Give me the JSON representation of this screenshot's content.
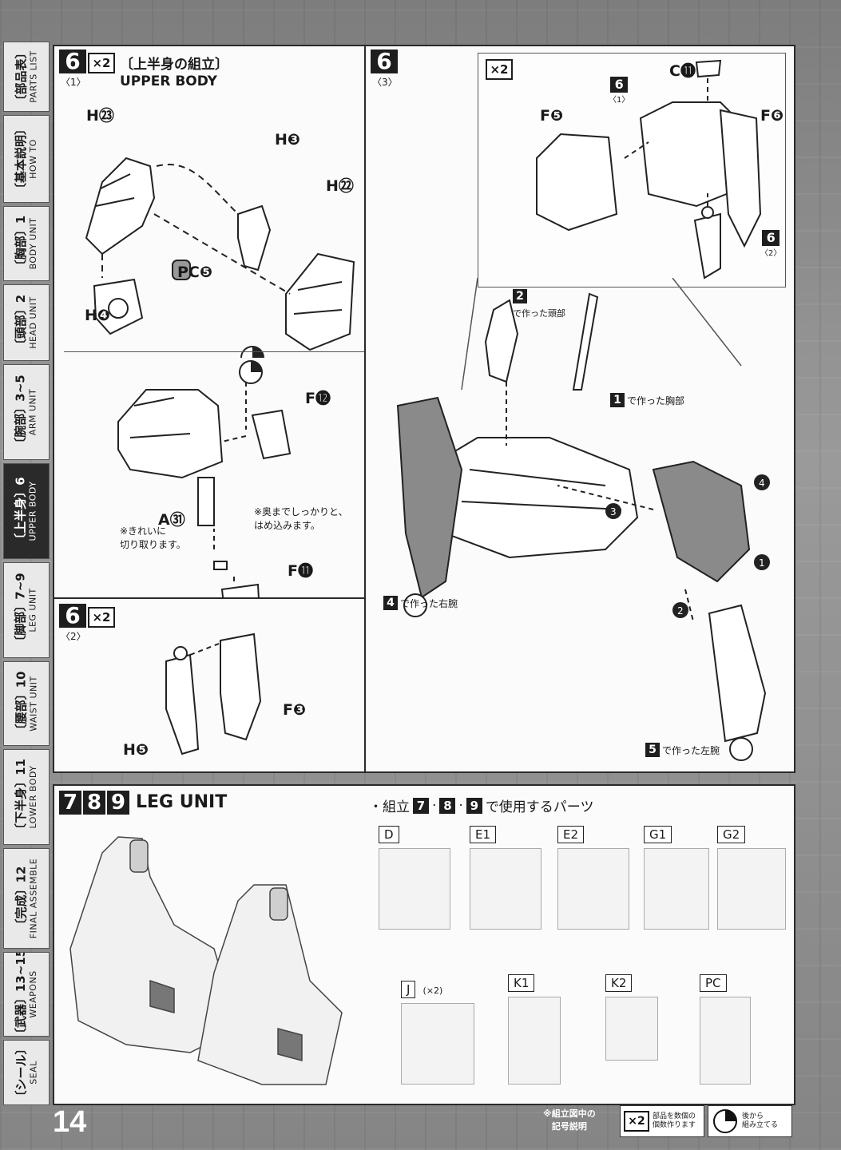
{
  "sidebar": {
    "tabs": [
      {
        "jp": "〔部品表〕",
        "en": "PARTS LIST",
        "active": false
      },
      {
        "jp": "〔基本説明〕",
        "en": "HOW TO",
        "active": false
      },
      {
        "jp": "〔胸部〕1",
        "en": "BODY UNIT",
        "active": false
      },
      {
        "jp": "〔頭部〕2",
        "en": "HEAD UNIT",
        "active": false
      },
      {
        "jp": "〔腕部〕3~5",
        "en": "ARM UNIT",
        "active": false
      },
      {
        "jp": "〔上半身〕6",
        "en": "UPPER BODY",
        "active": true
      },
      {
        "jp": "〔脚部〕7~9",
        "en": "LEG UNIT",
        "active": false
      },
      {
        "jp": "〔腰部〕10",
        "en": "WAIST UNIT",
        "active": false
      },
      {
        "jp": "〔下半身〕11",
        "en": "LOWER BODY",
        "active": false
      },
      {
        "jp": "〔完成〕12",
        "en": "FINAL ASSEMBLE",
        "active": false
      },
      {
        "jp": "〔武器〕13~15",
        "en": "WEAPONS",
        "active": false
      },
      {
        "jp": "〔シール〕",
        "en": "SEAL",
        "active": false
      }
    ]
  },
  "step6_1": {
    "num": "6",
    "sub": "〈1〉",
    "count": "×2",
    "title_jp": "〔上半身の組立〕",
    "title_en": "UPPER BODY",
    "parts": {
      "h23": "H㉓",
      "h3": "H❸",
      "h22": "H㉒",
      "pc5": "PC❺",
      "h4": "H❹"
    }
  },
  "step6_1b": {
    "f12": "F⓬",
    "a31": "A㉛",
    "note_left": "※きれいに\n切り取ります。",
    "note_right": "※奥までしっかりと、\nはめ込みます。",
    "f11": "F⓫"
  },
  "step6_2": {
    "num": "6",
    "sub": "〈2〉",
    "count": "×2",
    "f3": "F❸",
    "h5": "H❺"
  },
  "step6_3": {
    "num": "6",
    "sub": "〈3〉",
    "count": "×2",
    "f5": "F❺",
    "f6": "F❻",
    "c11": "C⓫",
    "ref1_num": "6",
    "ref1_sub": "〈1〉",
    "ref2_num": "6",
    "ref2_sub": "〈2〉",
    "head_ref": "2",
    "head_text": "で作った頭部",
    "chest_ref": "1",
    "chest_text": "で作った胸部",
    "rarm_ref": "4",
    "rarm_text": "で作った右腕",
    "larm_ref": "5",
    "larm_text": "で作った左腕",
    "arrows": [
      "1",
      "2",
      "3",
      "4"
    ]
  },
  "leg": {
    "nums": [
      "7",
      "8",
      "9"
    ],
    "title": "LEG UNIT",
    "parts_heading_pre": "・組立",
    "parts_heading_post": "で使用するパーツ",
    "sep": "·",
    "runners": [
      {
        "code": "D",
        "note": ""
      },
      {
        "code": "E1",
        "note": ""
      },
      {
        "code": "E2",
        "note": ""
      },
      {
        "code": "G1",
        "note": ""
      },
      {
        "code": "G2",
        "note": ""
      },
      {
        "code": "J",
        "note": "(×2)"
      },
      {
        "code": "K1",
        "note": ""
      },
      {
        "code": "K2",
        "note": ""
      },
      {
        "code": "PC",
        "note": ""
      }
    ]
  },
  "footer": {
    "page": "14",
    "legend_title": "※組立図中の\n記号説明",
    "legend_x2": "×2",
    "legend_x2_text": "部品を数個の\n個数作ります",
    "legend_later_text": "後から\n組み立てる"
  },
  "colors": {
    "panel_bg": "#fbfbfb",
    "dark": "#1e1e1e",
    "page_bg": "#8f8f8f"
  }
}
